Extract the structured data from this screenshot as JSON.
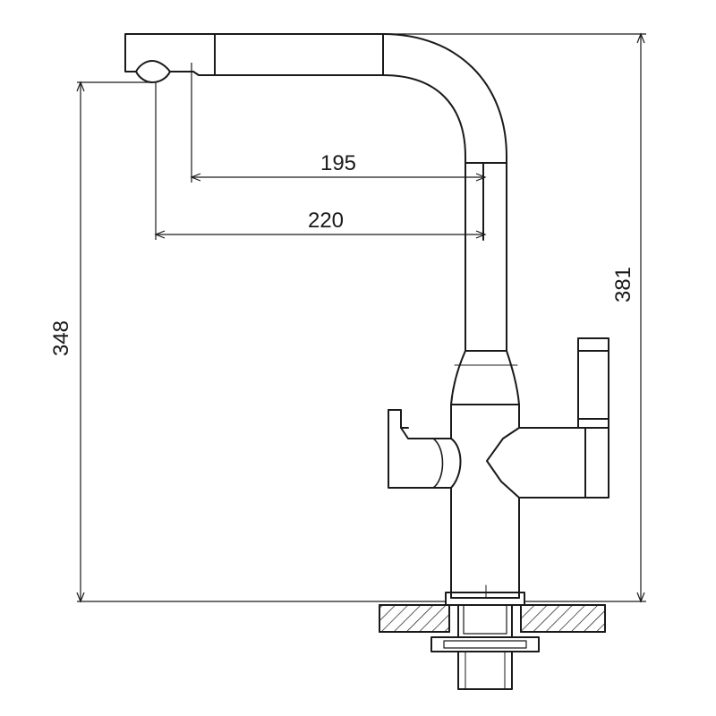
{
  "dimensions": {
    "spout_reach_inner": "195",
    "spout_reach_outer": "220",
    "outlet_height": "348",
    "total_height": "381"
  },
  "colors": {
    "line": "#1a1a1a",
    "background": "#ffffff"
  }
}
